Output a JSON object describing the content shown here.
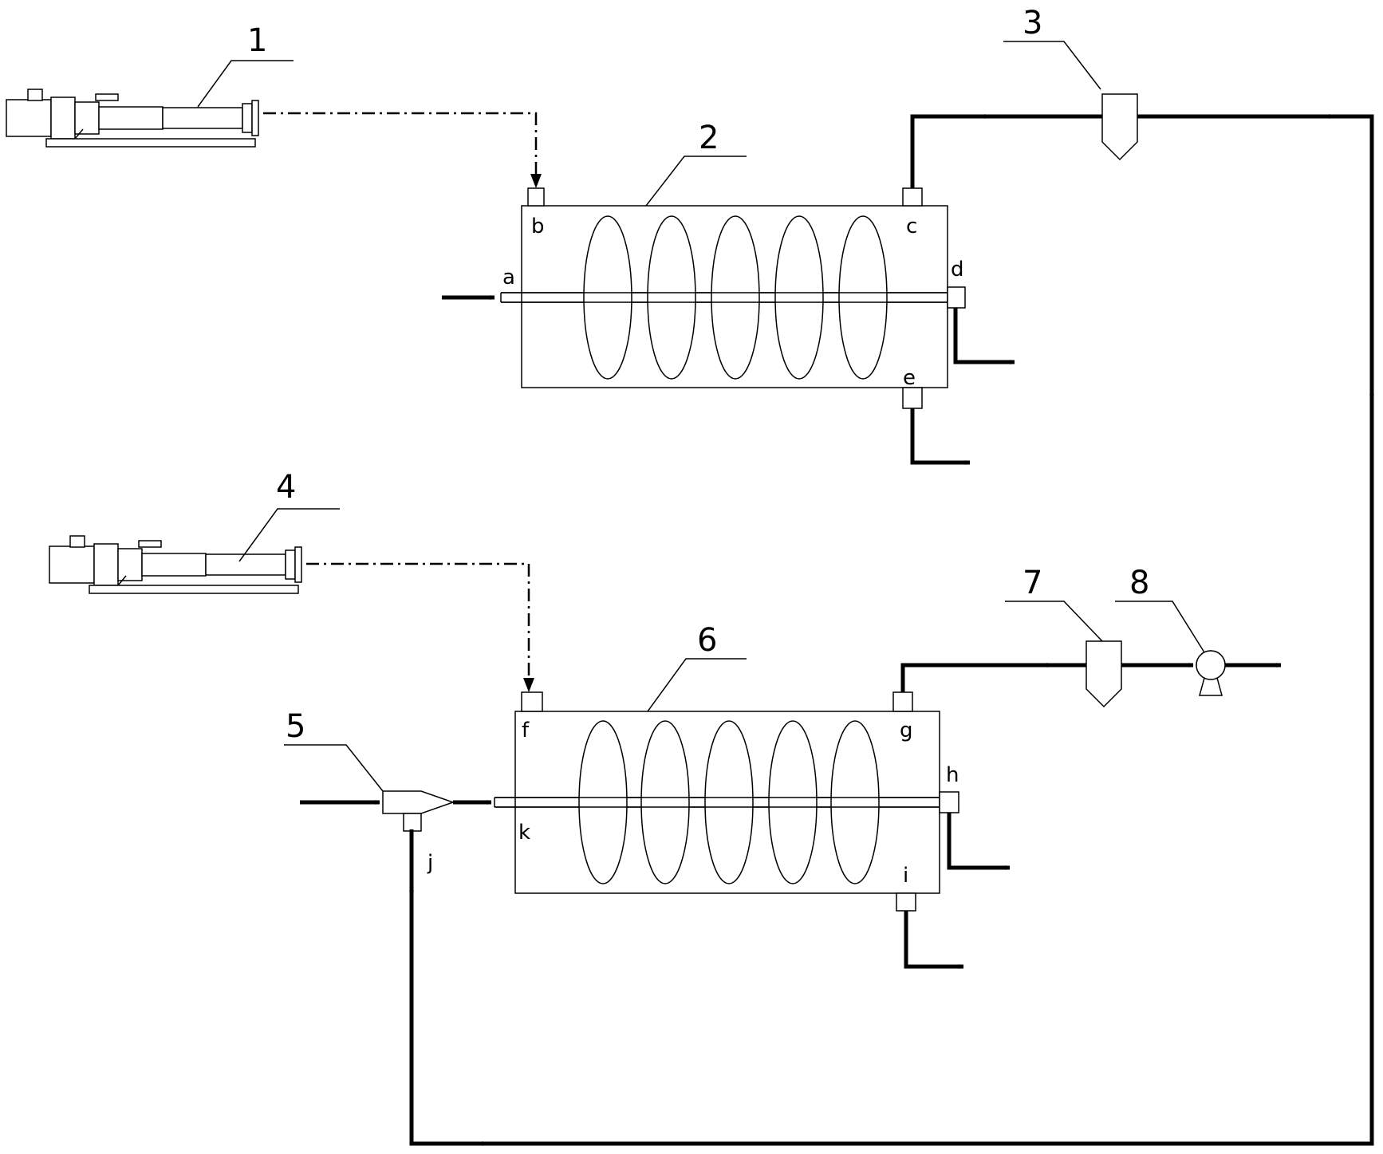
{
  "labels": {
    "n1": "1",
    "n2": "2",
    "n3": "3",
    "n4": "4",
    "n5": "5",
    "n6": "6",
    "n7": "7",
    "n8": "8"
  },
  "ports": {
    "a": "a",
    "b": "b",
    "c": "c",
    "d": "d",
    "e": "e",
    "f": "f",
    "g": "g",
    "h": "h",
    "i": "i",
    "j": "j",
    "k": "k"
  }
}
